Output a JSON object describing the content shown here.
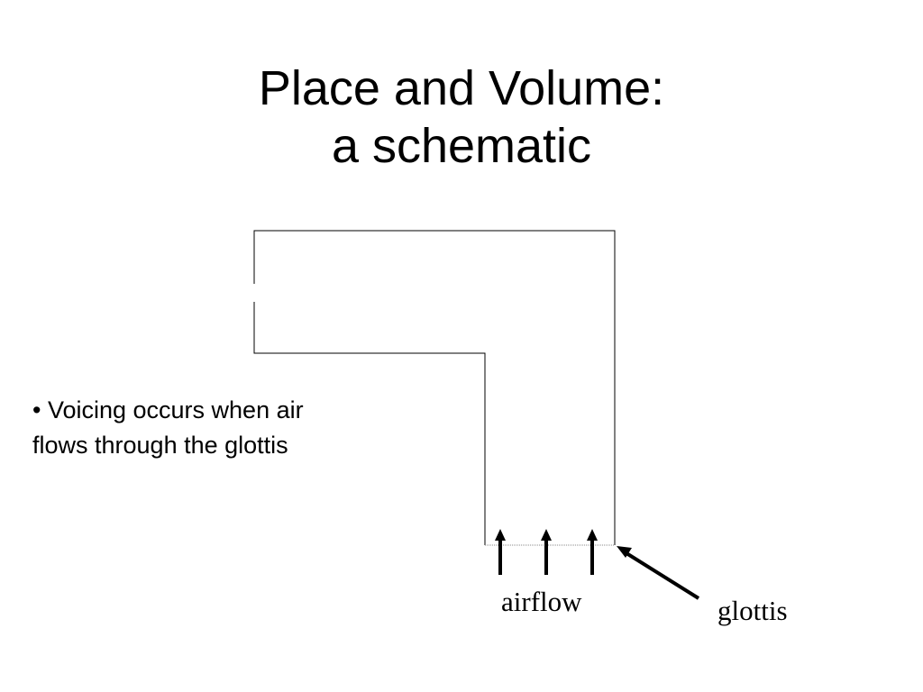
{
  "slide": {
    "title_line1": "Place and Volume:",
    "title_line2": "a schematic",
    "bullet_line1": "• Voicing occurs when air",
    "bullet_line2": "flows through the glottis"
  },
  "diagram": {
    "airflow_label": "airflow",
    "glottis_label": "glottis",
    "line_color": "#000000",
    "glottis_line_color": "#888888"
  }
}
